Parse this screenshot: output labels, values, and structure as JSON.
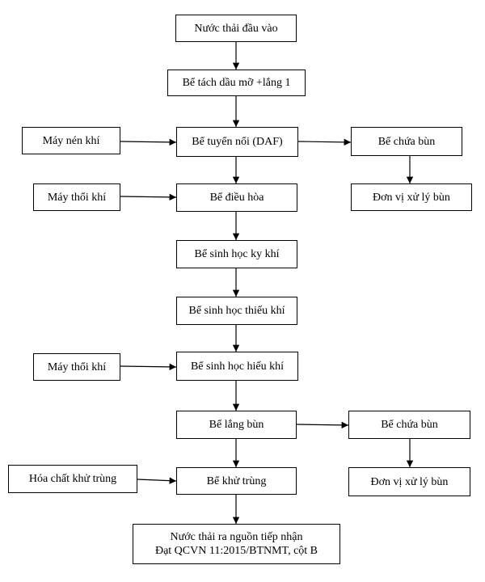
{
  "nodes": {
    "influent": "Nước thải đầu vào",
    "grease_settling": "Bể tách dầu mỡ +lắng 1",
    "compressor": "Máy nén khí",
    "daf": "Bể tuyển nổi (DAF)",
    "sludge_tank_1": "Bể chứa bùn",
    "blower_1": "Máy thổi khí",
    "equalization": "Bể điều hòa",
    "sludge_unit_1": "Đơn vị xử lý bùn",
    "anaerobic": "Bể sinh học ky khí",
    "anoxic": "Bể sinh học thiếu khí",
    "blower_2": "Máy thổi khí",
    "aerobic": "Bể sinh học hiếu khí",
    "settling": "Bể lắng bùn",
    "sludge_tank_2": "Bể chứa bùn",
    "disinfection_chem": "Hóa chất khử trùng",
    "disinfection": "Bể khử trùng",
    "sludge_unit_2": "Đơn vị xử lý bùn",
    "effluent_line1": "Nước thải ra nguồn tiếp nhận",
    "effluent_line2": "Đạt QCVN 11:2015/BTNMT, cột B"
  }
}
